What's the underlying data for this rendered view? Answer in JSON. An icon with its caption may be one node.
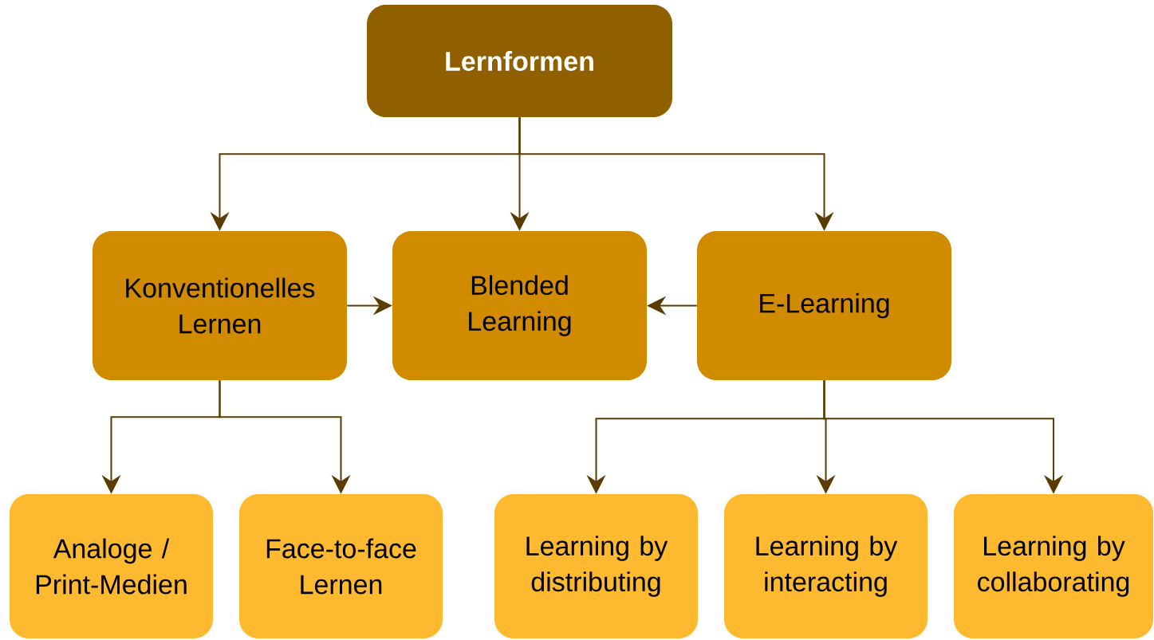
{
  "diagram": {
    "nodes": [
      {
        "text": [
          "Lernformen"
        ]
      },
      {
        "text": [
          "Konventionelles Lernen"
        ]
      },
      {
        "text": [
          "Blended Learning"
        ]
      },
      {
        "text": [
          "E-Learning"
        ]
      },
      {
        "text": [
          "Analoge / Print-Medien"
        ]
      },
      {
        "text": [
          "Face-to-face Lernen"
        ]
      },
      {
        "text": [
          "Learning by distributing"
        ]
      },
      {
        "text": [
          "Learning by interacting"
        ]
      },
      {
        "text": [
          "Learning by collaborating"
        ]
      }
    ],
    "edges": [
      {
        "from": 0,
        "to": 1,
        "arrow": "to"
      },
      {
        "from": 0,
        "to": 2,
        "arrow": "to"
      },
      {
        "from": 0,
        "to": 3,
        "arrow": "to"
      },
      {
        "from": 1,
        "to": 2,
        "arrow": "to"
      },
      {
        "from": 3,
        "to": 2,
        "arrow": "to"
      },
      {
        "from": 1,
        "to": 4,
        "arrow": "to"
      },
      {
        "from": 1,
        "to": 5,
        "arrow": "to"
      },
      {
        "from": 3,
        "to": 6,
        "arrow": "to"
      },
      {
        "from": 3,
        "to": 7,
        "arrow": "to"
      },
      {
        "from": 3,
        "to": 8,
        "arrow": "to"
      }
    ]
  }
}
